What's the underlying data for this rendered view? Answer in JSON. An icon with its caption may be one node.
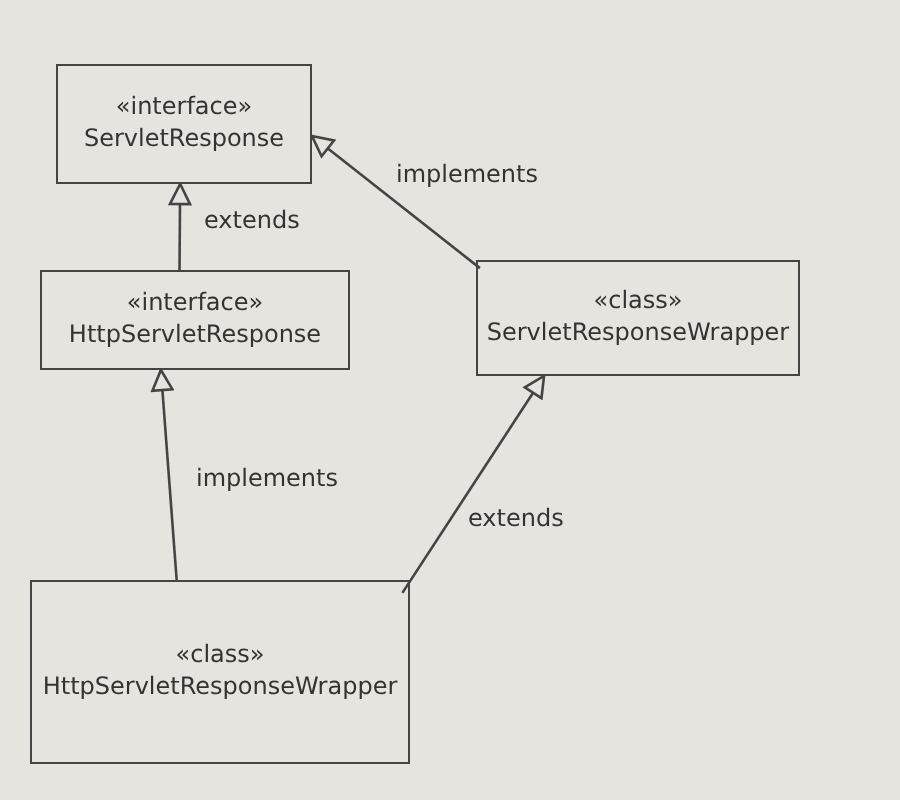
{
  "diagram": {
    "nodes": [
      {
        "text": [
          "«interface»",
          "ServletResponse"
        ]
      },
      {
        "text": [
          "«interface»",
          "HttpServletResponse"
        ]
      },
      {
        "text": [
          "«class»",
          "ServletResponseWrapper"
        ]
      },
      {
        "text": [
          "«class»",
          "HttpServletResponseWrapper"
        ]
      }
    ],
    "edges": [
      {
        "from": 1,
        "to": 0,
        "arrow": "to",
        "label": "extends"
      },
      {
        "from": 2,
        "to": 0,
        "arrow": "to",
        "label": "implements"
      },
      {
        "from": 3,
        "to": 1,
        "arrow": "to",
        "label": "implements"
      },
      {
        "from": 3,
        "to": 2,
        "arrow": "to",
        "label": "extends"
      }
    ]
  }
}
